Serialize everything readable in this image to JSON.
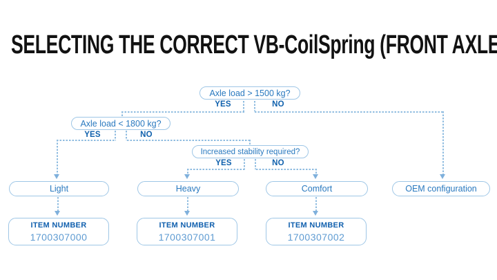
{
  "page": {
    "title": "SELECTING THE CORRECT VB-CoilSpring (FRONT AXLE)"
  },
  "colors": {
    "background": "#FFFFFF",
    "title_text": "#121212",
    "box_border": "#9EC6E6",
    "box_text": "#2979BF",
    "connector_line": "#8FBCE0",
    "yes_no_text": "#1061AD",
    "item_title_text": "#1160AE",
    "item_number_text": "#5E9BD2"
  },
  "flowchart": {
    "decisions": [
      {
        "question": "Axle load > 1500 kg?",
        "yes_label": "YES",
        "no_label": "NO"
      },
      {
        "question": "Axle load < 1800 kg?",
        "yes_label": "YES",
        "no_label": "NO"
      },
      {
        "question": "Increased stability required?",
        "yes_label": "YES",
        "no_label": "NO"
      }
    ],
    "results": [
      {
        "label": "Light"
      },
      {
        "label": "Heavy"
      },
      {
        "label": "Comfort"
      },
      {
        "label": "OEM configuration"
      }
    ],
    "items": [
      {
        "title": "ITEM NUMBER",
        "number": "1700307000"
      },
      {
        "title": "ITEM NUMBER",
        "number": "1700307001"
      },
      {
        "title": "ITEM NUMBER",
        "number": "1700307002"
      }
    ]
  }
}
